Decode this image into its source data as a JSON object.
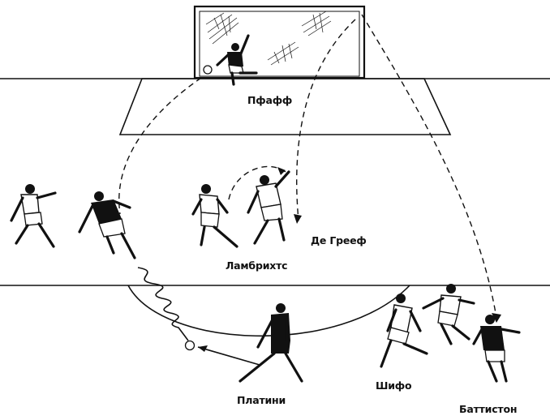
{
  "players": {
    "goalkeeper": "Пфафф",
    "de_greef": "Де Грееф",
    "lambrichts": "Ламбрихтс",
    "platini": "Платини",
    "sifo": "Шифо",
    "battiston": "Баттистон"
  }
}
